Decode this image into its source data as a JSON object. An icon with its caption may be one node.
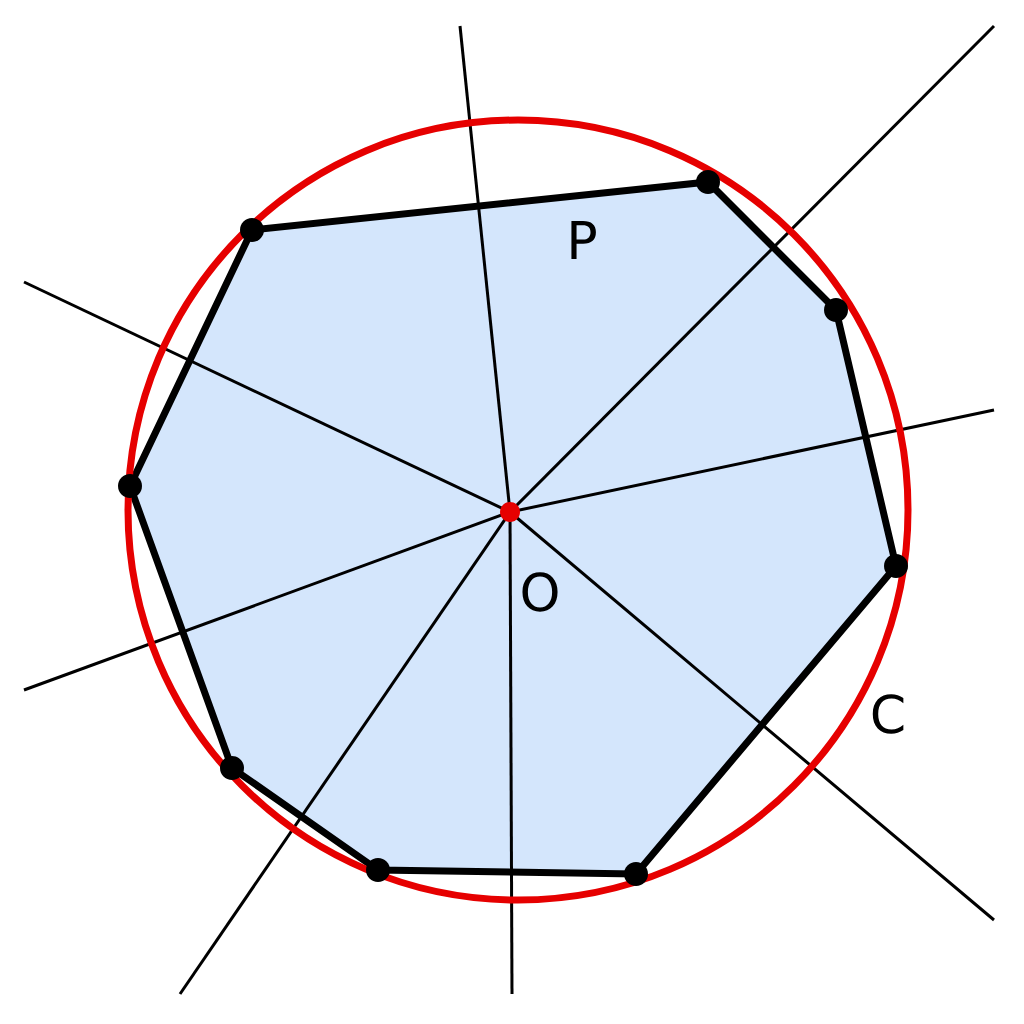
{
  "diagram": {
    "labels": [
      "P",
      "O",
      "C"
    ]
  }
}
